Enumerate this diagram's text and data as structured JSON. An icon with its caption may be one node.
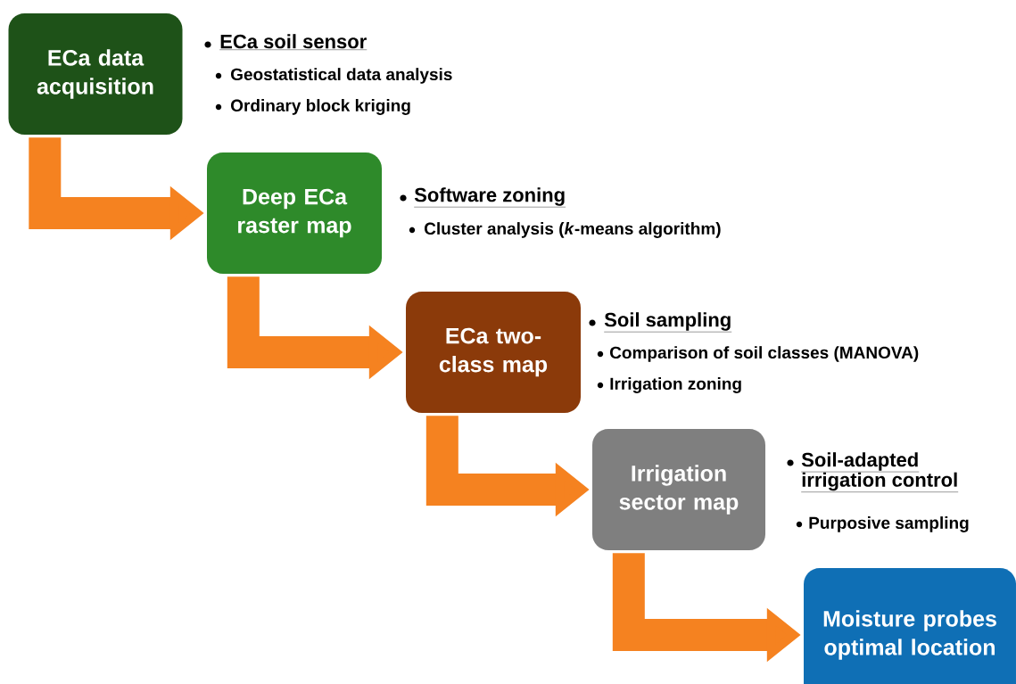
{
  "diagram": {
    "nodes": [
      {
        "text": [
          "ECa data acquisition"
        ],
        "beside": [
          "ECa soil sensor",
          "Geostatistical data analysis",
          "Ordinary block kriging"
        ]
      },
      {
        "text": [
          "Deep ECa raster map"
        ],
        "beside": [
          "Software zoning",
          "Cluster analysis (*k*-means algorithm)"
        ]
      },
      {
        "text": [
          "ECa two-class map"
        ],
        "beside": [
          "Soil sampling",
          "Comparison of soil classes (MANOVA)",
          "Irrigation zoning"
        ]
      },
      {
        "text": [
          "Irrigation sector map"
        ],
        "beside": [
          "Soil-adapted irrigation control",
          "Purposive sampling"
        ]
      },
      {
        "text": [
          "Moisture probes optimal location"
        ]
      }
    ],
    "edges": [
      {
        "from": 0,
        "to": 1,
        "arrow": "to"
      },
      {
        "from": 1,
        "to": 2,
        "arrow": "to"
      },
      {
        "from": 2,
        "to": 3,
        "arrow": "to"
      },
      {
        "from": 3,
        "to": 4,
        "arrow": "to"
      }
    ]
  }
}
